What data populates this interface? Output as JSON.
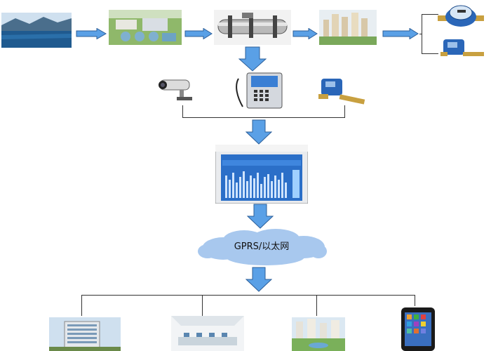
{
  "network": {
    "label": "GPRS/以太网"
  },
  "colors": {
    "arrow_fill": "#5aa0e6",
    "arrow_stroke": "#2c5f9a",
    "cloud": "#a8c8ee",
    "line": "#333333"
  },
  "icons": {
    "source": "lake-image",
    "plant": "water-treatment-plant-image",
    "pipe": "water-pipeline-image",
    "city": "residential-area-image",
    "meter_top": "water-meter-icon",
    "meter_bottom": "valve-controlled-meter-icon",
    "camera": "cctv-camera-icon",
    "rtu": "rtu-controller-icon",
    "meter_mid": "flow-meter-icon",
    "monitor": "monitoring-terminal-image",
    "office": "office-building-image",
    "lobby": "control-center-image",
    "campus": "residential-campus-image",
    "phone": "smartphone-image"
  }
}
